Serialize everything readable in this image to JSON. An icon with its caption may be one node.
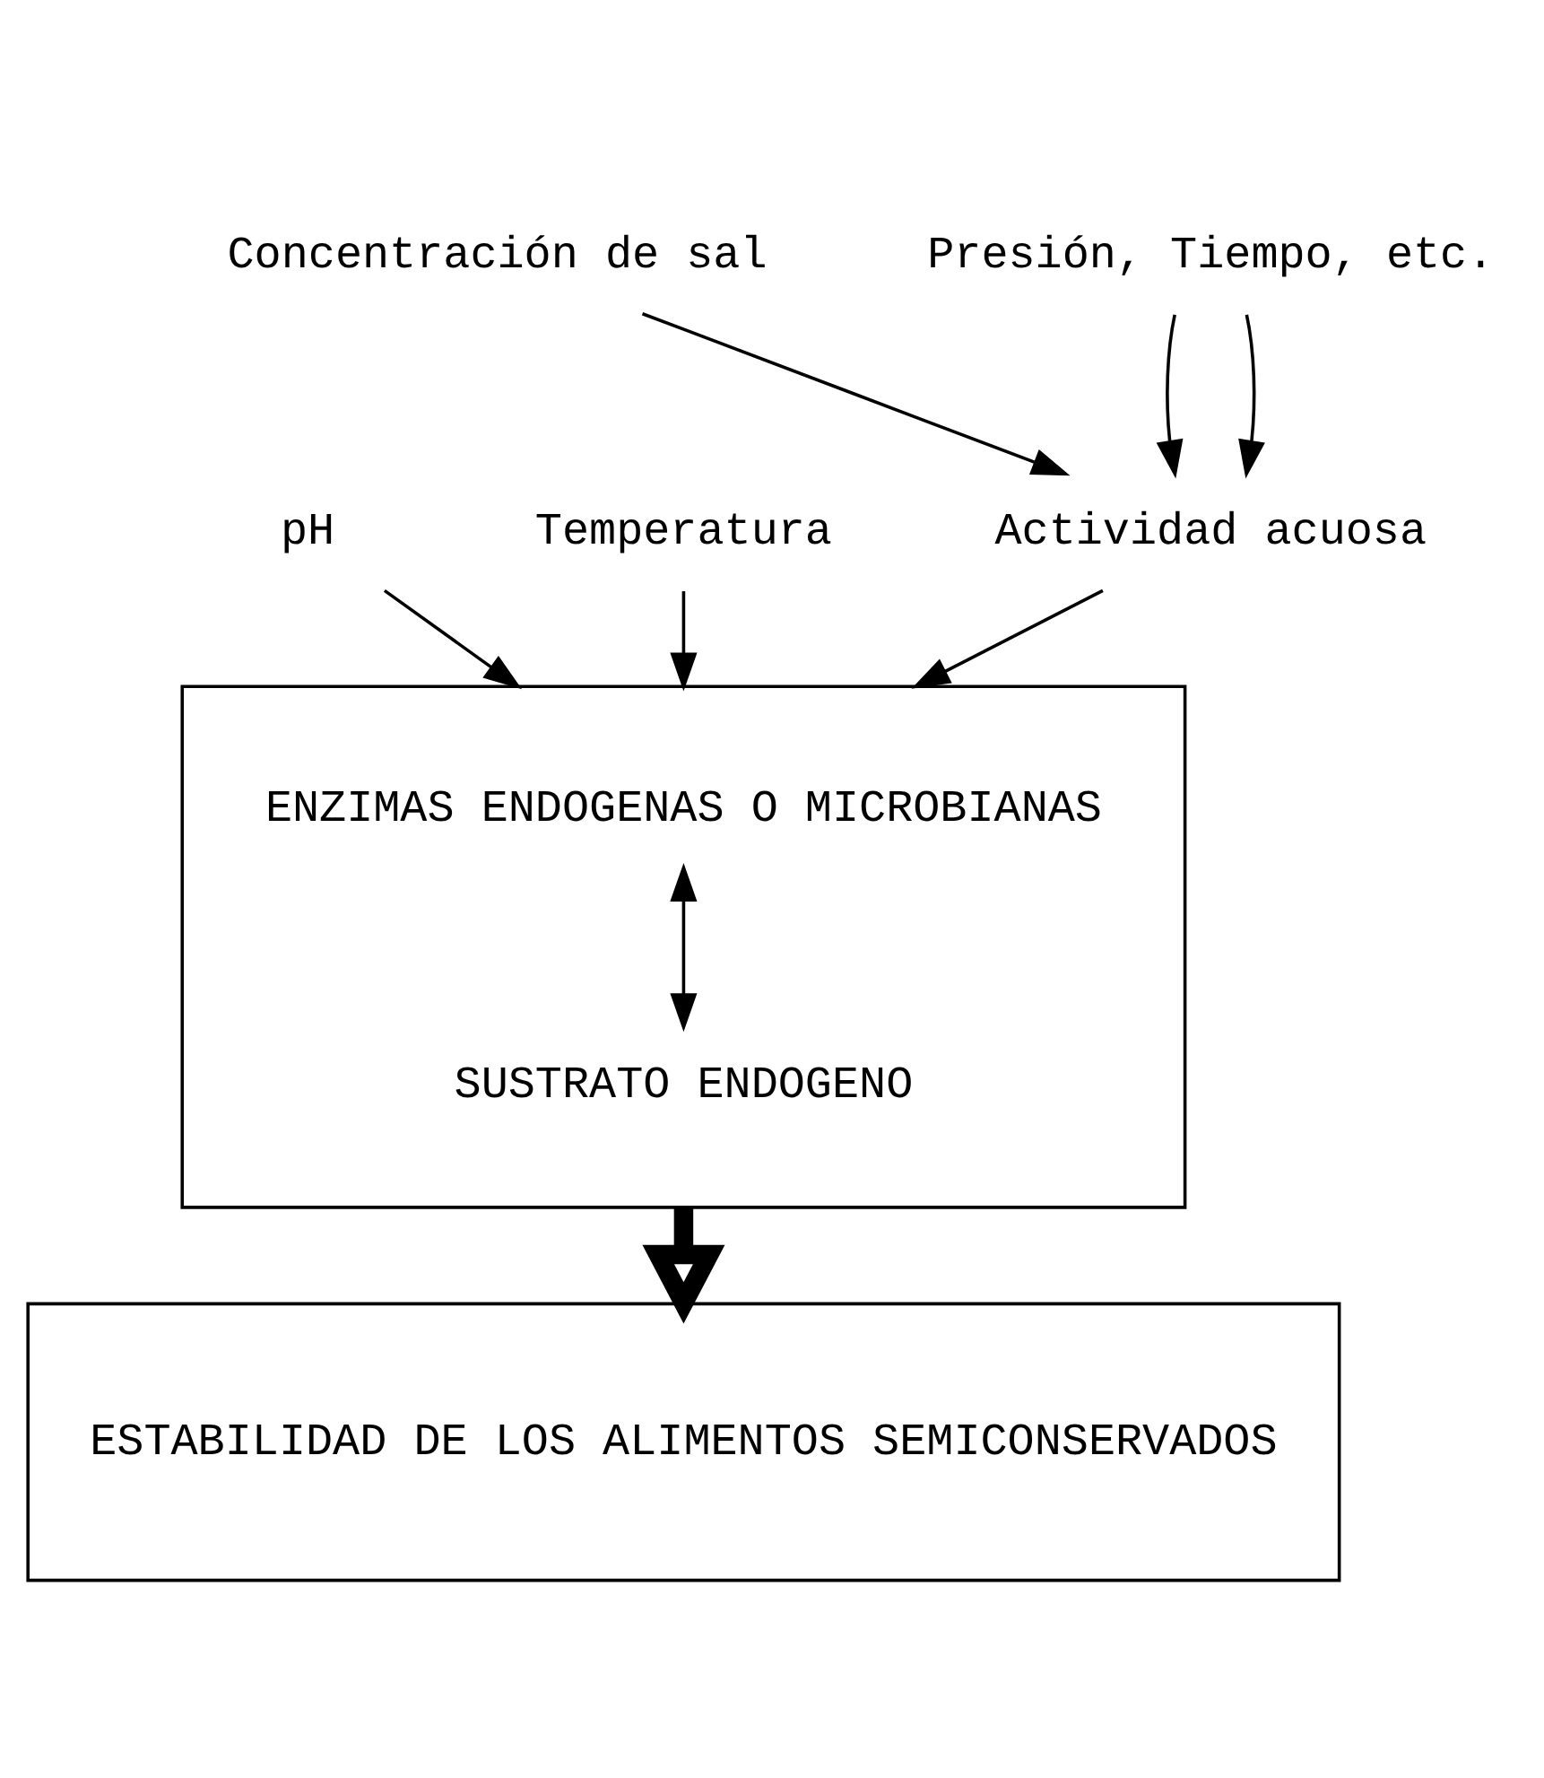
{
  "diagram": {
    "nodes": [
      {
        "text": [
          "pH"
        ]
      },
      {
        "text": [
          "Temperatura"
        ]
      },
      {
        "text": [
          "Concentración de sal"
        ]
      },
      {
        "text": [
          "Presión, Tiempo, etc."
        ]
      },
      {
        "text": [
          "Actividad acuosa"
        ]
      },
      {
        "text": [],
        "shape": "box"
      },
      {
        "text": [
          "ENZIMAS ENDOGENAS O MICROBIANAS"
        ],
        "in": 5
      },
      {
        "text": [
          "SUSTRATO ENDOGENO"
        ],
        "in": 5
      },
      {
        "text": [
          "ESTABILIDAD DE LOS ALIMENTOS SEMICONSERVADOS"
        ]
      }
    ],
    "edges": [
      {
        "from": 0,
        "to": 5,
        "arrow": "to"
      },
      {
        "from": 1,
        "to": 5,
        "arrow": "to"
      },
      {
        "from": 2,
        "to": 4,
        "arrow": "to"
      },
      {
        "from": 3,
        "to": 4,
        "arrow": "to"
      },
      {
        "from": 3,
        "to": 4,
        "arrow": "to"
      },
      {
        "from": 4,
        "to": 5,
        "arrow": "to"
      },
      {
        "from": 6,
        "to": 7,
        "arrow": "both"
      },
      {
        "from": 5,
        "to": 8,
        "arrow": "to",
        "style": "thick"
      }
    ]
  }
}
